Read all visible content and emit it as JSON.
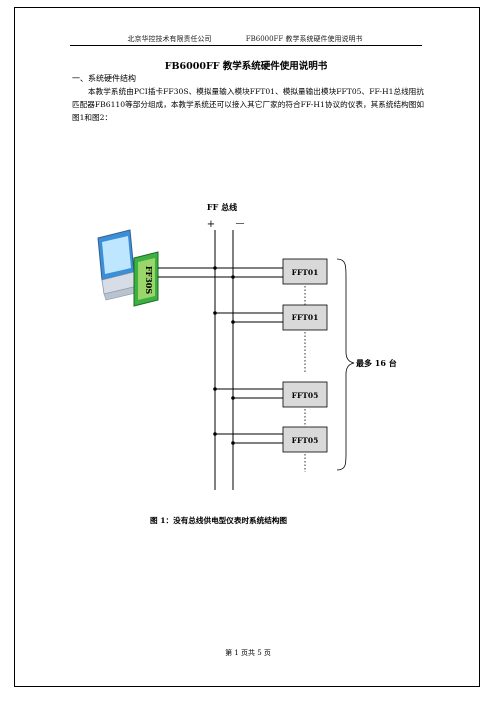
{
  "header": {
    "company": "北京华控技术有限责任公司",
    "doc_name": "FB6000FF 教学系统硬件使用说明书"
  },
  "title": "FB6000FF 教学系统硬件使用说明书",
  "section_heading": "一、系统硬件结构",
  "intro_paragraph": "本教学系统由PCI插卡FF30S、模拟量输入模块FFT01、模拟量输出模块FFT05、FF-H1总线阻抗匹配器FB6110等部分组成，本教学系统还可以接入其它厂家的符合FF-H1协议的仪表，其系统结构图如图1和图2：",
  "diagram": {
    "bus_label": "FF 总线",
    "plus_sign": "+",
    "minus_sign": "—",
    "pc_card_label": "FF30S",
    "modules": [
      "FFT01",
      "FFT01",
      "FFT05",
      "FFT05"
    ],
    "brace_label": "最多 16 台"
  },
  "figure_caption": "图 1：没有总线供电型仪表时系统结构图",
  "footer": "第 1 页共 5 页"
}
